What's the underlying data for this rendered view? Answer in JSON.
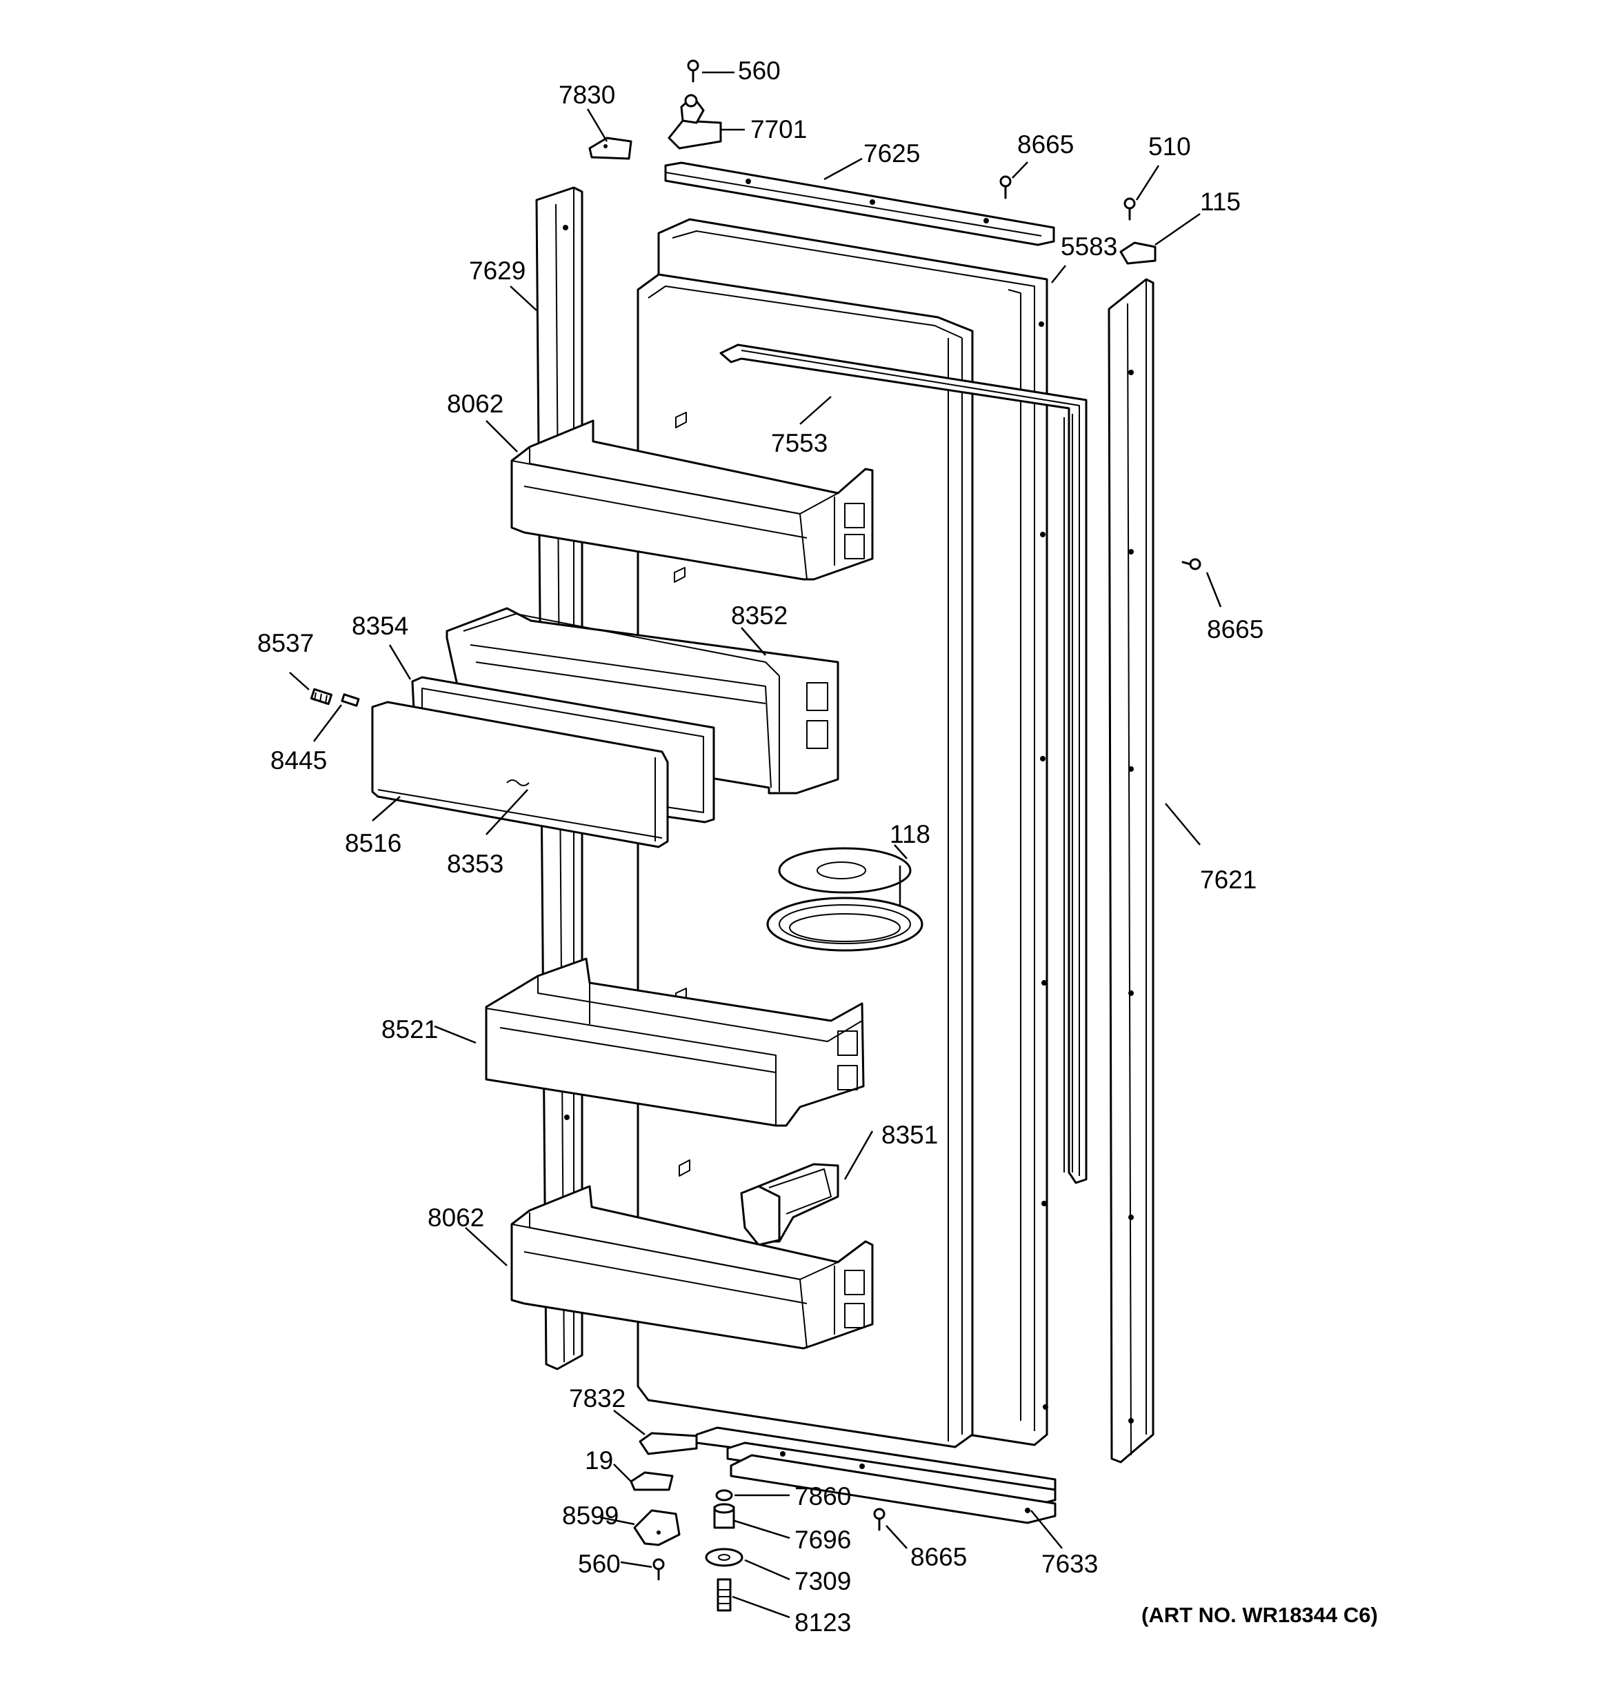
{
  "callouts": {
    "c560_top": "560",
    "c7830": "7830",
    "c7701": "7701",
    "c7625": "7625",
    "c8665_top": "8665",
    "c510": "510",
    "c115": "115",
    "c5583": "5583",
    "c7629": "7629",
    "c8062_top": "8062",
    "c7553": "7553",
    "c8665_right": "8665",
    "c8354": "8354",
    "c8352": "8352",
    "c8537": "8537",
    "c8445": "8445",
    "c8516": "8516",
    "c8353": "8353",
    "c118": "118",
    "c7621": "7621",
    "c8521": "8521",
    "c8351": "8351",
    "c8062_bottom": "8062",
    "c7832": "7832",
    "c19": "19",
    "c8599": "8599",
    "c560_bottom": "560",
    "c7860": "7860",
    "c7696": "7696",
    "c7309": "7309",
    "c8123": "8123",
    "c8665_bottom": "8665",
    "c7633": "7633"
  },
  "art_number": "(ART NO. WR18344 C6)"
}
